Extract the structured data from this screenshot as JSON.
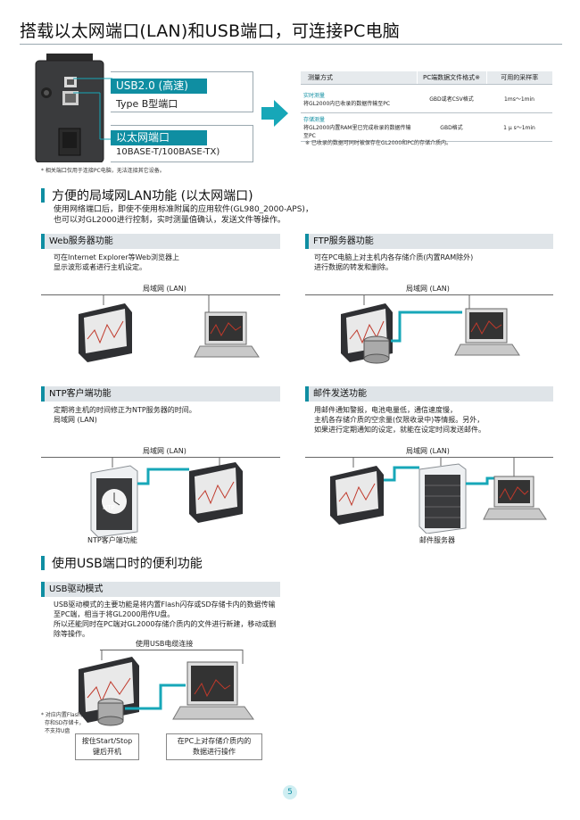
{
  "header": {
    "title": "搭载以太网端口(LAN)和USB端口，可连接PC电脑"
  },
  "ports": {
    "usb_title": "USB2.0 (高速)",
    "usb_sub": "Type B型端口",
    "lan_title": "以太网端口",
    "lan_sub": "10BASE-T/100BASE-TX)",
    "note": "* 相关端口仅用于连接PC电脑，无法连接其它设备。"
  },
  "table": {
    "headers": [
      "测量方式",
      "PC端数据文件格式※",
      "可用的采样率"
    ],
    "rows": [
      {
        "name": "实时测量",
        "desc": "将GL2000内已收录的数据传输至PC",
        "format": "GBD或者CSV格式",
        "rate": "1ms～1min"
      },
      {
        "name": "存储测量",
        "desc": "将GL2000内置RAM里已完成收录的数据传输至PC",
        "format": "GBD格式",
        "rate": "1 μ s～1min"
      }
    ],
    "footnote": "※ 已收录的数据可同时被保存在GL2000和PC的存储介质内。"
  },
  "lan_section": {
    "heading": "方便的局域网LAN功能 (以太网端口)",
    "intro_1": "使用网络端口后，即使不使用标准附属的应用软件(GL980_2000-APS)，",
    "intro_2": "也可以对GL2000进行控制，实时测量值确认，发送文件等操作。",
    "web": {
      "title": "Web服务器功能",
      "line1": "可在Internet Explorer等Web浏览器上",
      "line2": "显示波形或者进行主机设定。",
      "lan": "局域网 (LAN)"
    },
    "ftp": {
      "title": "FTP服务器功能",
      "line1": "可在PC电脑上对主机内各存储介质(内置RAM除外)",
      "line2": "进行数据的转发和删除。",
      "lan": "局域网 (LAN)"
    },
    "ntp": {
      "title": "NTP客户端功能",
      "line1": "定期将主机的时间修正为NTP服务器的时间。",
      "line2": "局域网 (LAN)",
      "lan": "局域网 (LAN)",
      "caption": "NTP客户端功能",
      "icon_text": "NTP"
    },
    "mail": {
      "title": "邮件发送功能",
      "line1": "用邮件通知警报，电池电量低，通信速度慢，",
      "line2": "主机各存储介质的空余量(仅限收录中)等情报。另外，",
      "line3": "如果进行定期通知的设定，就能在设定时间发送邮件。",
      "lan": "局域网 (LAN)",
      "caption": "邮件服务器"
    }
  },
  "usb_section": {
    "heading": "使用USB端口时的便利功能",
    "box_title": "USB驱动模式",
    "line1": "USB驱动模式的主要功能是将内置Flash闪存或SD存储卡内的数据传输",
    "line2": "至PC端，相当于将GL2000用作U盘。",
    "line3": "所以还能同时在PC端对GL2000存储介质内的文件进行新建，移动或删",
    "line4": "除等操作。",
    "cable_label": "使用USB电缆连接",
    "side_note_1": "* 对应内置Flash闪",
    "side_note_2": "存和SD存储卡，",
    "side_note_3": "不支持U盘",
    "callout_left_1": "按住Start/Stop",
    "callout_left_2": "键后开机",
    "callout_right_1": "在PC上对存储介质内的",
    "callout_right_2": "数据进行操作"
  },
  "page": {
    "number": "5"
  },
  "colors": {
    "accent": "#0f8ea2",
    "cable": "#17a7b8",
    "box_bg": "#dfe4e8"
  }
}
